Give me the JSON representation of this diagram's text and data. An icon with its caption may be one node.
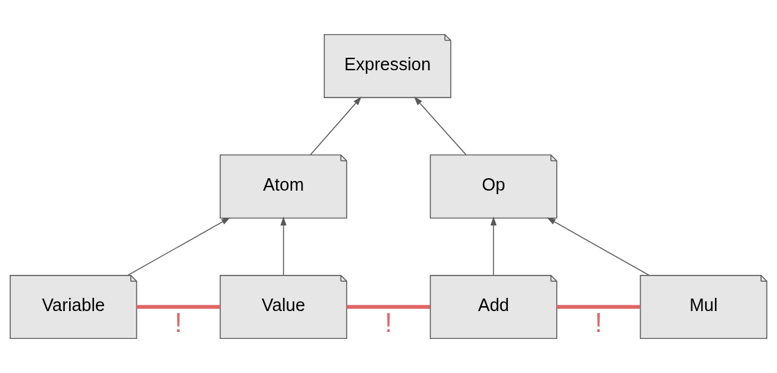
{
  "diagram": {
    "nodes": [
      {
        "text": [
          "Expression"
        ]
      },
      {
        "text": [
          "Atom"
        ]
      },
      {
        "text": [
          "Op"
        ]
      },
      {
        "text": [
          "Variable"
        ]
      },
      {
        "text": [
          "Value"
        ]
      },
      {
        "text": [
          "Add"
        ]
      },
      {
        "text": [
          "Mul"
        ]
      }
    ],
    "edges": [
      {
        "from": 1,
        "to": 0,
        "arrow": "to"
      },
      {
        "from": 2,
        "to": 0,
        "arrow": "to"
      },
      {
        "from": 3,
        "to": 1,
        "arrow": "to"
      },
      {
        "from": 4,
        "to": 1,
        "arrow": "to"
      },
      {
        "from": 5,
        "to": 2,
        "arrow": "to"
      },
      {
        "from": 6,
        "to": 2,
        "arrow": "to"
      },
      {
        "from": 3,
        "to": 4,
        "arrow": "none",
        "label": "!",
        "style": "thick",
        "color": "#e06666"
      },
      {
        "from": 4,
        "to": 5,
        "arrow": "none",
        "label": "!",
        "style": "thick",
        "color": "#e06666"
      },
      {
        "from": 5,
        "to": 6,
        "arrow": "none",
        "label": "!",
        "style": "thick",
        "color": "#e06666"
      }
    ]
  }
}
